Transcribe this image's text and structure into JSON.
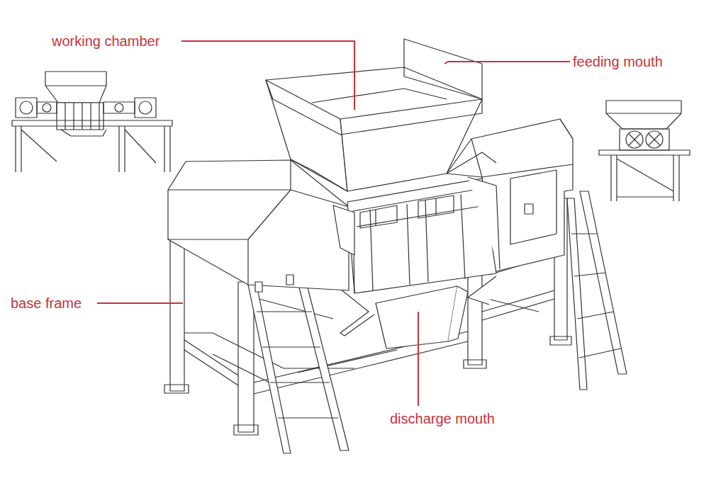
{
  "diagram": {
    "labels": [
      "working chamber",
      "feeding mouth",
      "base frame",
      "discharge mouth"
    ]
  }
}
